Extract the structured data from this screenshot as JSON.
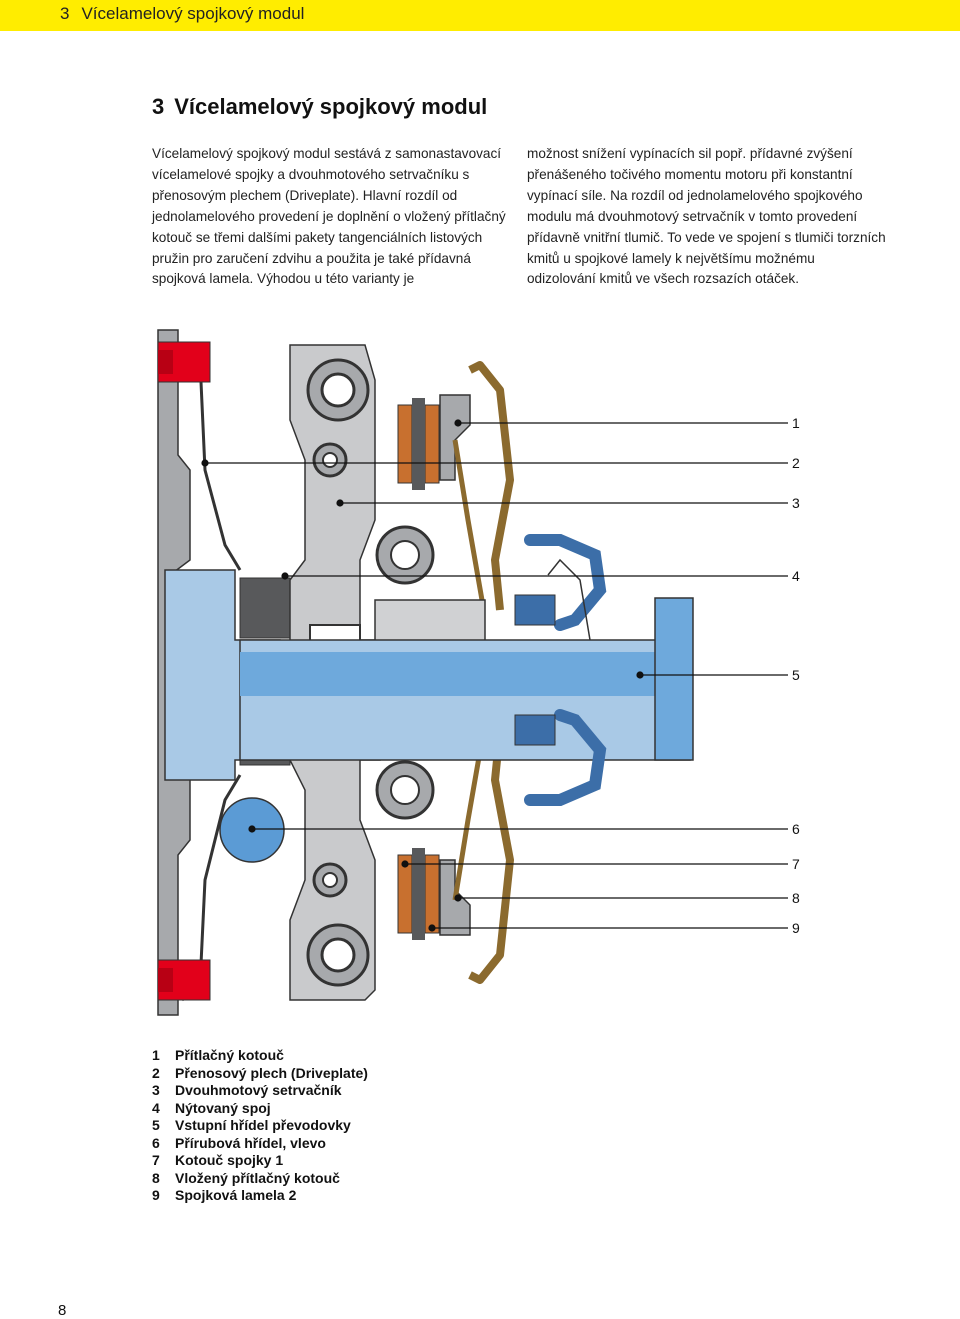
{
  "header": {
    "chapter_number": "3",
    "chapter_title": "Vícelamelový spojkový modul"
  },
  "title": {
    "number": "3",
    "text": "Vícelamelový spojkový modul"
  },
  "body": {
    "left_column": "Vícelamelový spojkový modul sestává z samonastavovací vícelamelové spojky a dvouhmotového setrvačníku s přenosovým plechem (Driveplate). Hlavní rozdíl od jednolamelového provedení je doplnění o vložený přítlačný kotouč se třemi dalšími pakety tangenciálních listových pružin pro zaručení zdvihu a použita je také přídavná spojková lamela. Výhodou u této varianty je",
    "right_column": "možnost snížení vypínacích sil popř. přídavné zvýšení přenášeného točivého momentu motoru při konstantní vypínací síle. Na rozdíl od jednolamelového spojkového modulu má dvouhmotový setrvačník v tomto provedení přídavně vnitřní tlumič. To vede ve spojení s tlumiči torzních kmitů u spojkové lamely k největšímu možnému odizolování kmitů ve všech rozsazích otáček."
  },
  "figure": {
    "callouts": [
      "1",
      "2",
      "3",
      "4",
      "5",
      "6",
      "7",
      "8",
      "9"
    ],
    "colors": {
      "housing_gray": "#a7a9ac",
      "dark_gray": "#58595b",
      "red": "#e2001a",
      "brown_orange": "#c8702f",
      "olive_brown": "#8b6a2e",
      "shaft_blue": "#6ea9dc",
      "steel_blue": "#3c6ea8",
      "light_blue": "#a9c9e6",
      "disc_blue": "#5b9bd5"
    }
  },
  "legend": [
    {
      "num": "1",
      "label": "Přítlačný kotouč"
    },
    {
      "num": "2",
      "label": "Přenosový plech (Driveplate)"
    },
    {
      "num": "3",
      "label": "Dvouhmotový setrvačník"
    },
    {
      "num": "4",
      "label": "Nýtovaný spoj"
    },
    {
      "num": "5",
      "label": "Vstupní hřídel převodovky"
    },
    {
      "num": "6",
      "label": "Přírubová hřídel, vlevo"
    },
    {
      "num": "7",
      "label": "Kotouč spojky 1"
    },
    {
      "num": "8",
      "label": "Vložený přítlačný kotouč"
    },
    {
      "num": "9",
      "label": "Spojková lamela 2"
    }
  ],
  "page_number": "8"
}
